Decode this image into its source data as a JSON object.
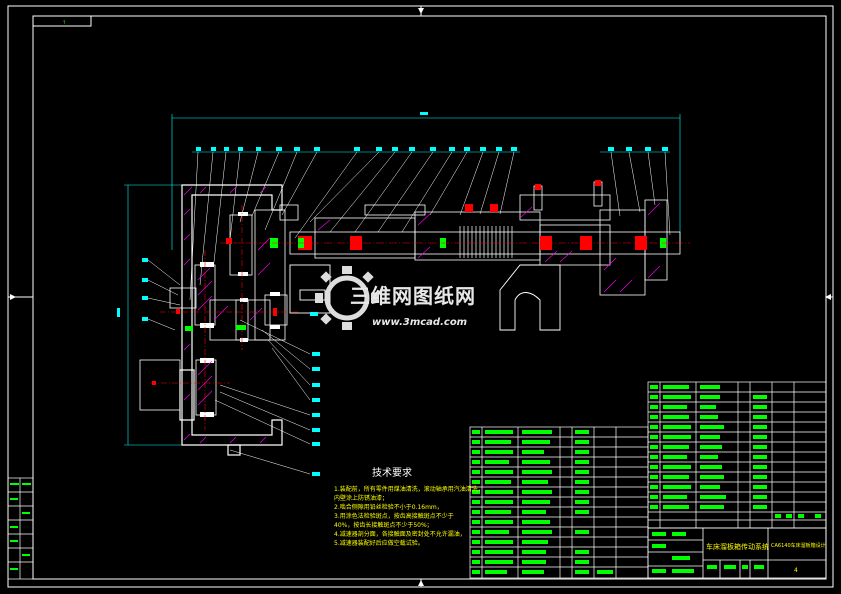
{
  "drawing": {
    "technical_requirements": {
      "title": "技术要求",
      "lines": [
        "1.装配前，所有零件用煤油清洗，滚动轴承用汽油清洗，",
        "  内壁涂上防锈油漆；",
        "2.啮合侧隙用铅丝检验不小于0.16mm，",
        "3.用涂色法检验斑点，按齿高接触斑点不少于",
        "  40%，按齿长接触斑点不少于50%；",
        "4.减速器剖分面，各接触面及密封处不允许漏油，",
        "5.减速器装配好后应做空载试验。"
      ]
    },
    "watermark": {
      "brand": "三维网图纸网",
      "url": "www.3mcad.com"
    },
    "title_block": {
      "name": "车床溜板箱传动系统",
      "subtitle": "CA6140车床溜板箱设计",
      "sheet_no": "4"
    },
    "colors": {
      "line_white": "#ffffff",
      "line_cyan": "#00ffff",
      "line_green": "#00ff00",
      "line_red": "#ff0000",
      "line_yellow": "#ffff00",
      "hatch_magenta": "#ff00ff",
      "background": "#000000"
    }
  }
}
